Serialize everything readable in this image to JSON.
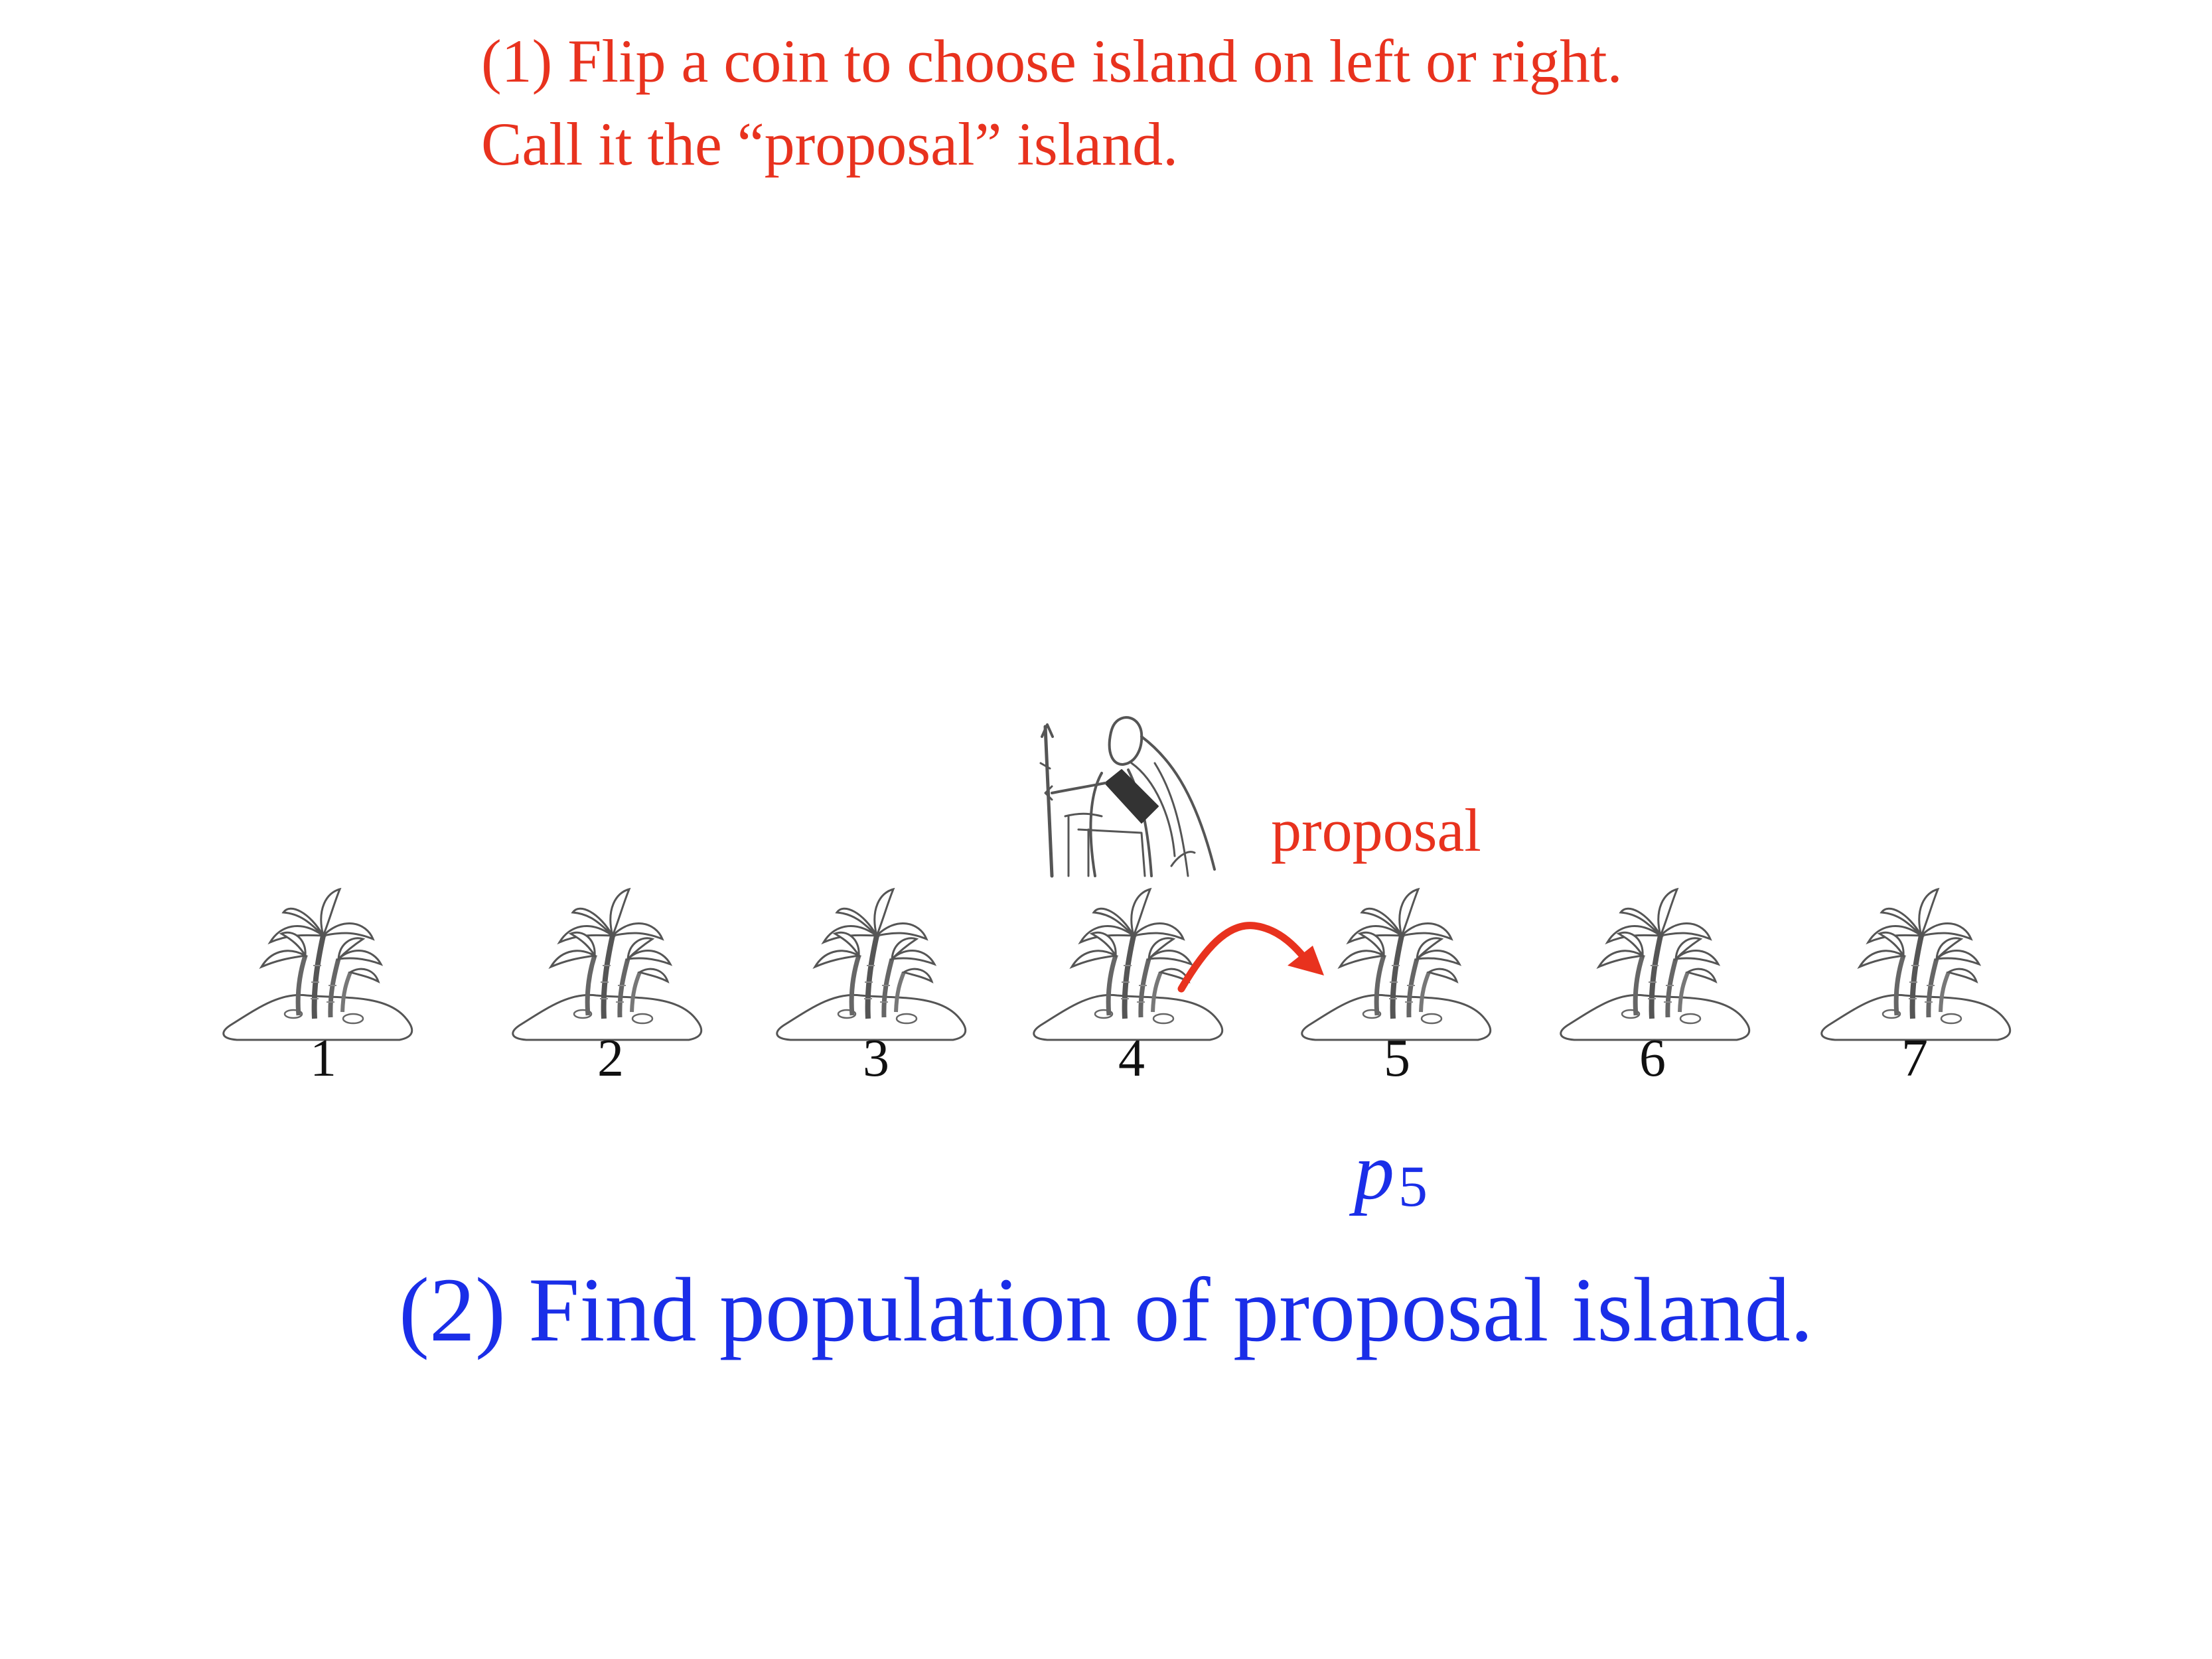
{
  "colors": {
    "instruction_red": "#e8321e",
    "instruction_blue": "#1a2ee8",
    "sketch": "#555555"
  },
  "step1": {
    "line1": "(1) Flip a coin to choose island on left or right.",
    "line2": "Call it the “proposal” island."
  },
  "islands": [
    {
      "number": "1",
      "icon": "palm-island-icon"
    },
    {
      "number": "2",
      "icon": "palm-island-icon"
    },
    {
      "number": "3",
      "icon": "palm-island-icon"
    },
    {
      "number": "4",
      "icon": "palm-island-icon"
    },
    {
      "number": "5",
      "icon": "palm-island-icon"
    },
    {
      "number": "6",
      "icon": "palm-island-icon"
    },
    {
      "number": "7",
      "icon": "palm-island-icon"
    }
  ],
  "king": {
    "icon": "king-icon",
    "on_island": "4"
  },
  "proposal": {
    "label": "proposal",
    "arrow_icon": "curved-arrow-icon",
    "from": "4",
    "to": "5"
  },
  "population": {
    "symbol": "p",
    "subscript": "5"
  },
  "step2": "(2) Find population of proposal island."
}
